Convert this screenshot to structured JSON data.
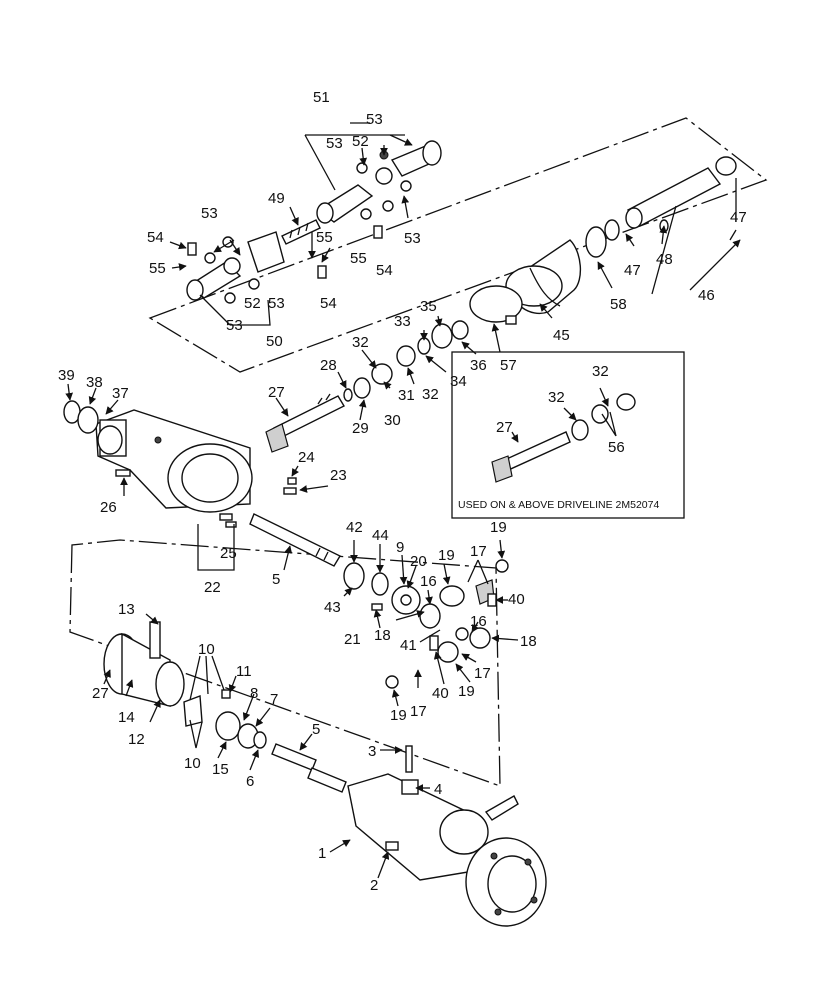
{
  "note_text": "USED ON & ABOVE DRIVELINE 2M52074",
  "labels": {
    "51": "51",
    "53": "53",
    "52": "52",
    "49": "49",
    "54": "54",
    "55": "55",
    "50": "50",
    "47": "47",
    "48": "48",
    "46": "46",
    "58": "58",
    "45": "45",
    "57": "57",
    "36": "36",
    "35": "35",
    "34": "34",
    "33": "33",
    "32": "32",
    "31": "31",
    "30": "30",
    "29": "29",
    "28": "28",
    "27": "27",
    "39": "39",
    "38": "38",
    "37": "37",
    "26": "26",
    "24": "24",
    "23": "23",
    "25": "25",
    "22": "22",
    "5": "5",
    "42": "42",
    "44": "44",
    "43": "43",
    "9": "9",
    "20": "20",
    "21": "21",
    "18": "18",
    "19": "19",
    "16": "16",
    "17": "17",
    "40": "40",
    "41": "41",
    "56": "56",
    "13": "13",
    "10": "10",
    "11": "11",
    "14": "14",
    "12": "12",
    "8": "8",
    "7": "7",
    "15": "15",
    "6": "6",
    "3": "3",
    "4": "4",
    "1": "1",
    "2": "2"
  }
}
